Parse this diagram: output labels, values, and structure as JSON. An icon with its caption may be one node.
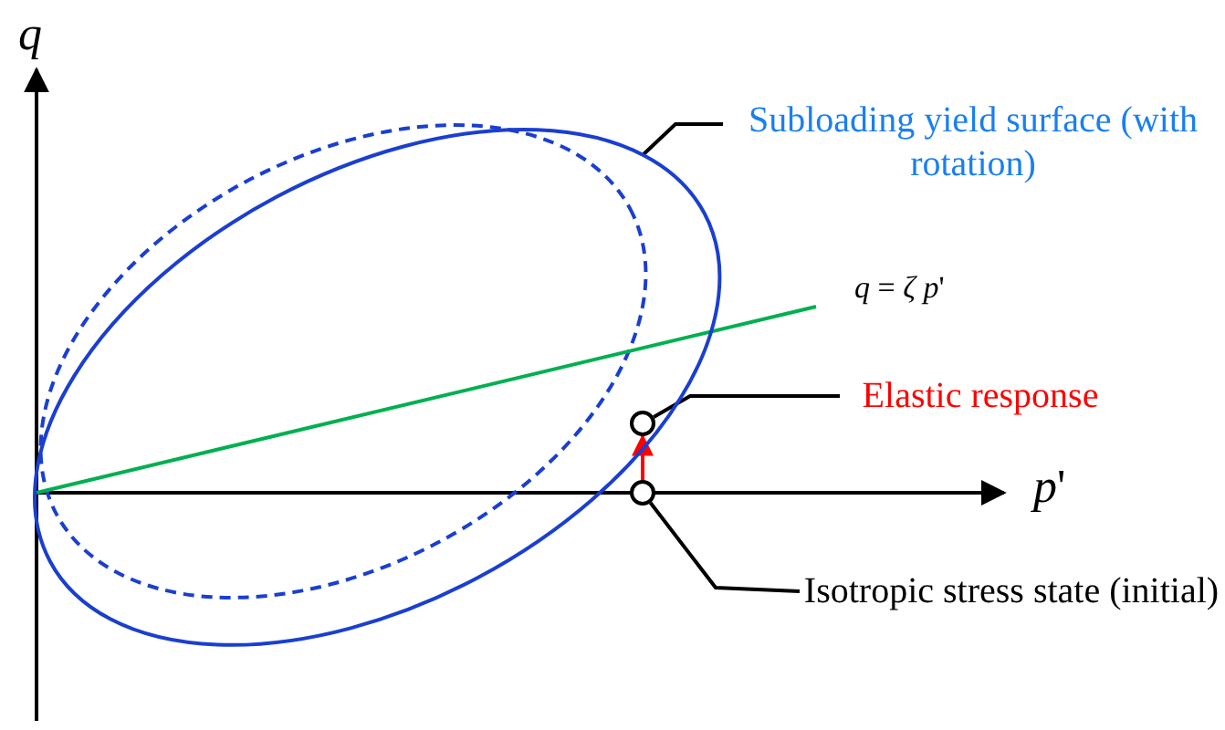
{
  "diagram": {
    "nodes": [
      {
        "text": [
          "Subloading yield surface (with rotation)"
        ]
      },
      {
        "text": [],
        "shape": "ellipse"
      },
      {
        "text": [
          "Elastic response"
        ]
      },
      {
        "text": [],
        "shape": "circle",
        "in": 1
      },
      {
        "text": [],
        "shape": "circle",
        "in": 1
      },
      {
        "text": [
          "Isotropic stress state (initial)"
        ]
      }
    ],
    "edges": [
      {
        "from": 0,
        "to": 1,
        "arrow": "none"
      },
      {
        "from": 2,
        "to": 3,
        "arrow": "none"
      },
      {
        "from": 4,
        "to": 3,
        "arrow": "to",
        "color": "#ff0000"
      },
      {
        "from": 5,
        "to": 4,
        "arrow": "none"
      }
    ],
    "labels": [
      "*q*",
      "*p*'",
      "*q* = *ζ p*'"
    ]
  }
}
